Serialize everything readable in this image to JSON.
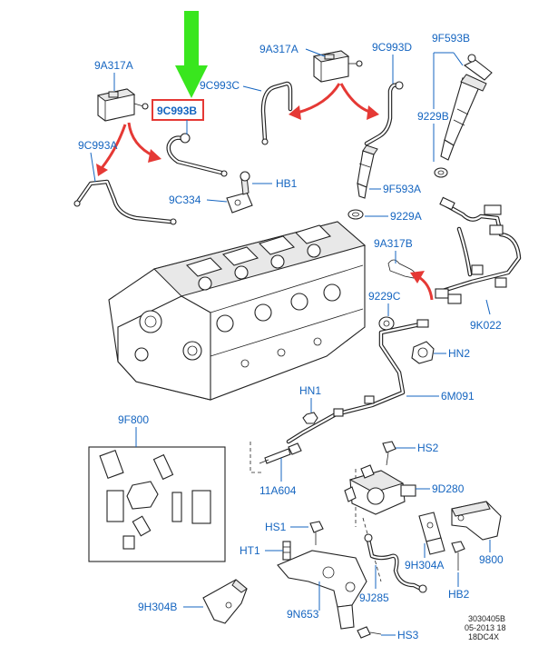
{
  "labels": {
    "l_9A317A_left": "9A317A",
    "l_9C993B": "9C993B",
    "l_9C993A": "9C993A",
    "l_9C334": "9C334",
    "l_HB1": "HB1",
    "l_9A317A_top": "9A317A",
    "l_9C993C": "9C993C",
    "l_9C993D": "9C993D",
    "l_9F593B": "9F593B",
    "l_9229B": "9229B",
    "l_9F593A": "9F593A",
    "l_9229A": "9229A",
    "l_9A317B": "9A317B",
    "l_9229C": "9229C",
    "l_9K022": "9K022",
    "l_HN2": "HN2",
    "l_HN1": "HN1",
    "l_6M091": "6M091",
    "l_9F800": "9F800",
    "l_HS2": "HS2",
    "l_11A604": "11A604",
    "l_9D280": "9D280",
    "l_HS1": "HS1",
    "l_HT1": "HT1",
    "l_9H304A": "9H304A",
    "l_9800": "9800",
    "l_9J285": "9J285",
    "l_HB2": "HB2",
    "l_9H304B": "9H304B",
    "l_9N653": "9N653",
    "l_HS3": "HS3"
  },
  "footer": {
    "line1": "3030405B",
    "line2": "05-2013 18",
    "line3": "18DC4X"
  },
  "colors": {
    "label_blue": "#1565c0",
    "highlight_red": "#e53935",
    "pointer_green": "#39e61e"
  }
}
